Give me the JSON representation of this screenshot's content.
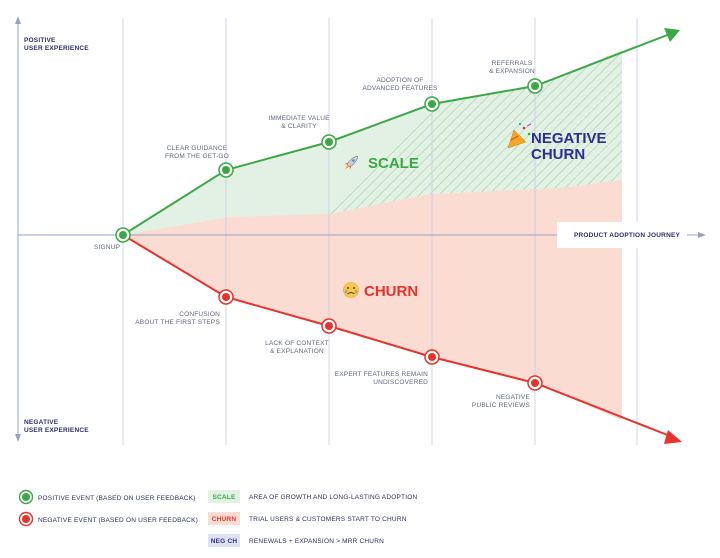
{
  "axes": {
    "y_top": [
      "POSITIVE",
      "USER EXPERIENCE"
    ],
    "y_bottom": [
      "NEGATIVE",
      "USER EXPERIENCE"
    ],
    "x": "PRODUCT ADOPTION JOURNEY"
  },
  "origin_label": "SIGNUP",
  "positive_events": [
    {
      "lines": [
        "CLEAR GUIDANCE",
        "FROM THE GET-GO"
      ]
    },
    {
      "lines": [
        "IMMEDIATE VALUE",
        "& CLARITY"
      ]
    },
    {
      "lines": [
        "ADOPTION OF",
        "ADVANCED FEATURES"
      ]
    },
    {
      "lines": [
        "REFERRALS",
        "& EXPANSION"
      ]
    }
  ],
  "negative_events": [
    {
      "lines": [
        "CONFUSION",
        "ABOUT THE FIRST STEPS"
      ]
    },
    {
      "lines": [
        "LACK OF CONTEXT",
        "& EXPLANATION"
      ]
    },
    {
      "lines": [
        "EXPERT FEATURES REMAIN",
        "UNDISCOVERED"
      ]
    },
    {
      "lines": [
        "NEGATIVE",
        "PUBLIC REVIEWS"
      ]
    }
  ],
  "areas": {
    "scale": {
      "label": "SCALE",
      "icon": "rocket-icon",
      "color": "#3aa845"
    },
    "churn": {
      "label": "CHURN",
      "icon": "sad-face-icon",
      "color": "#e8322c"
    },
    "negative_churn": {
      "lines": [
        "NEGATIVE",
        "CHURN"
      ],
      "icon": "party-popper-icon",
      "color": "#2b2f8f"
    }
  },
  "legend": {
    "events": [
      {
        "label": "POSITIVE EVENT (BASED ON USER FEEDBACK)",
        "color": "#3aa845"
      },
      {
        "label": "NEGATIVE EVENT (BASED ON USER FEEDBACK)",
        "color": "#e8322c"
      }
    ],
    "areas": [
      {
        "tag": "SCALE",
        "text": "AREA OF GROWTH AND LONG-LASTING ADOPTION",
        "bg": "#e3f1e4",
        "fg": "#3aa845"
      },
      {
        "tag": "CHURN",
        "text": "TRIAL USERS & CUSTOMERS START TO CHURN",
        "bg": "#fbdcd2",
        "fg": "#e8322c"
      },
      {
        "tag": "NEG CH",
        "text": "RENEWALS + EXPANSION > MRR CHURN",
        "bg": "#dfe2f2",
        "fg": "#2b2f8f"
      }
    ]
  },
  "colors": {
    "positive": "#3aa845",
    "negative": "#e8322c",
    "scale_fill": "#e3f1e4",
    "churn_fill": "#fbdcd2",
    "axis": "#9aa0c8",
    "text": "#2b2f6a"
  }
}
